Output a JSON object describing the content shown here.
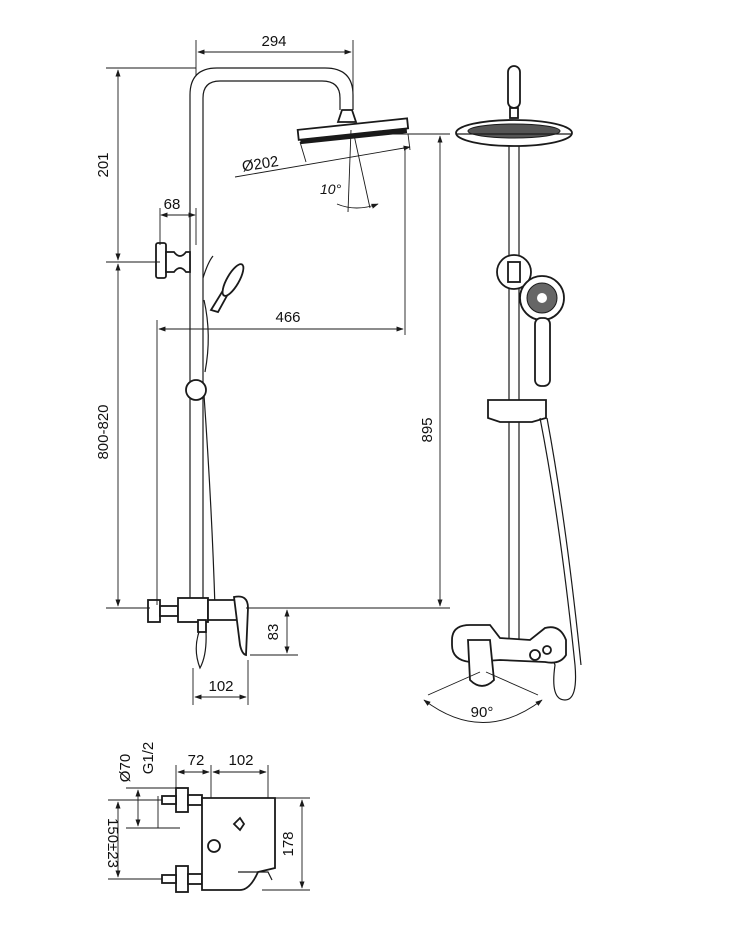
{
  "dimensions": {
    "top_width": "294",
    "head_diameter": "Ø202",
    "tilt_angle": "10°",
    "height_top": "201",
    "bracket_offset": "68",
    "reach": "466",
    "mount_height": "800-820",
    "total_height": "895",
    "valve_drop": "83",
    "valve_depth": "102",
    "swivel_angle": "90°",
    "escutcheon_diameter": "Ø70",
    "thread": "G1/2",
    "eccentric_depth": "72",
    "body_depth": "102",
    "centers": "150±23",
    "body_height": "178"
  },
  "colors": {
    "line": "#1a1a1a",
    "background": "#ffffff"
  }
}
